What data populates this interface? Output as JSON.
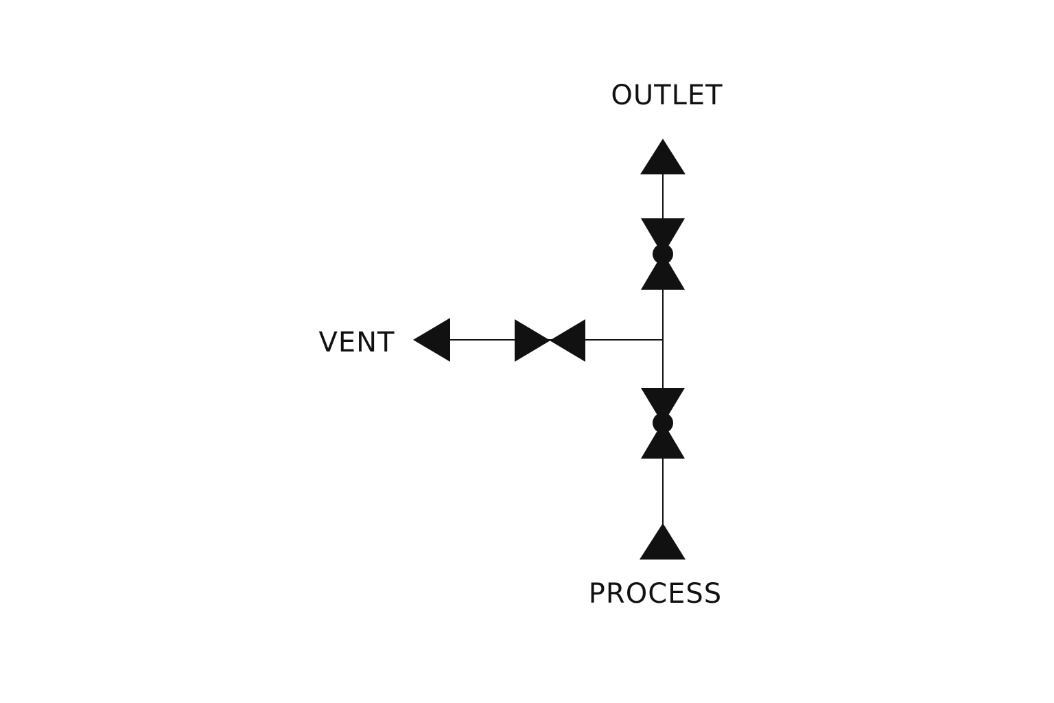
{
  "diagram": {
    "title_labels": {
      "outlet": "OUTLET",
      "vent": "VENT",
      "process": "PROCESS"
    },
    "colors": {
      "line": "#111111",
      "background": "#ffffff"
    },
    "components": [
      {
        "type": "arrow",
        "connection": "outlet"
      },
      {
        "type": "valve",
        "line": "outlet",
        "style": "ball"
      },
      {
        "type": "valve",
        "line": "vent",
        "style": "gate"
      },
      {
        "type": "arrow",
        "connection": "vent"
      },
      {
        "type": "valve",
        "line": "process",
        "style": "ball"
      },
      {
        "type": "arrow",
        "connection": "process"
      }
    ]
  }
}
